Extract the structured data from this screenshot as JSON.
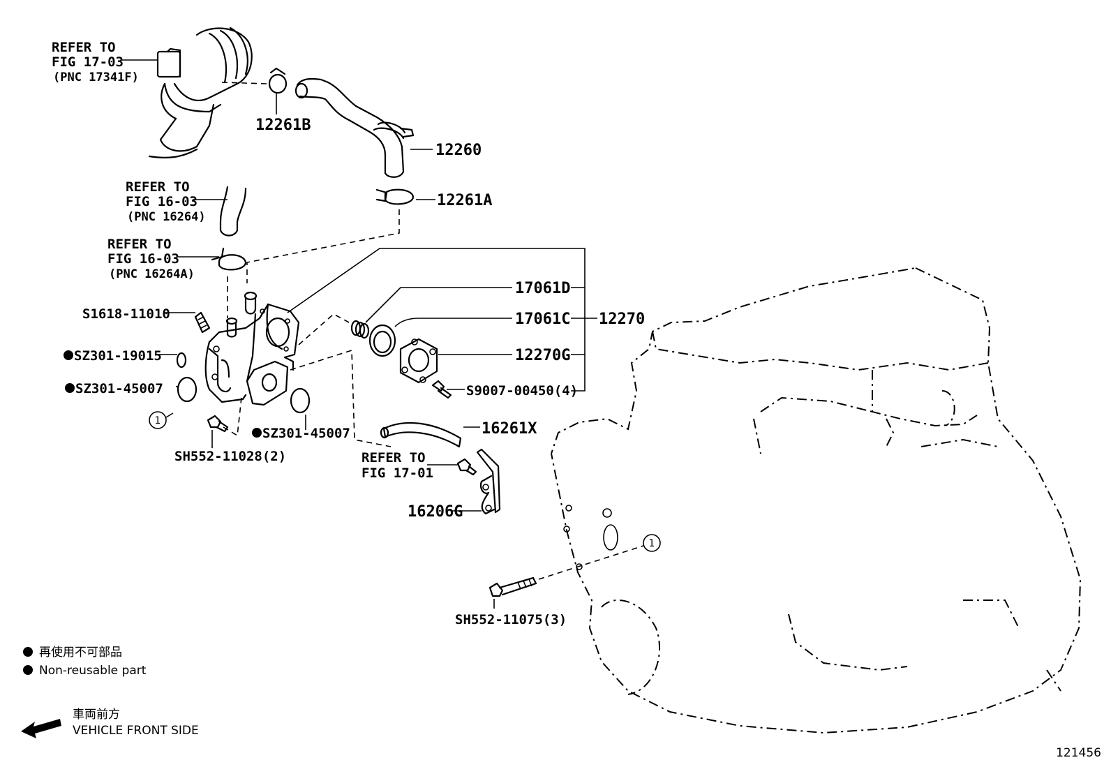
{
  "refs": {
    "fig17_03": {
      "line1": "REFER TO",
      "line2": "FIG 17-03",
      "line3": "(PNC 17341F)"
    },
    "fig16_03a": {
      "line1": "REFER TO",
      "line2": "FIG 16-03",
      "line3": "(PNC 16264)"
    },
    "fig16_03b": {
      "line1": "REFER TO",
      "line2": "FIG 16-03",
      "line3": "(PNC 16264A)"
    },
    "fig17_01": {
      "line1": "REFER TO",
      "line2": "FIG 17-01"
    }
  },
  "parts": {
    "p12261B": "12261B",
    "p12260": "12260",
    "p12261A": "12261A",
    "p17061D": "17061D",
    "p17061C": "17061C",
    "p12270": "12270",
    "p12270G": "12270G",
    "pS9007": "S9007-00450(4)",
    "pS1618": "S1618-11010",
    "pSZ301_19015": "SZ301-19015",
    "pSZ301_45007a": "SZ301-45007",
    "pSZ301_45007b": "SZ301-45007",
    "p16261X": "16261X",
    "p16206G": "16206G",
    "pSH552_11028": "SH552-11028(2)",
    "pSH552_11075": "SH552-11075(3)"
  },
  "callout_marker": "1",
  "legend": {
    "non_reusable_jp": "再使用不可部品",
    "non_reusable_en": "Non-reusable part",
    "front_jp": "車両前方",
    "front_en": "VEHICLE FRONT SIDE"
  },
  "figure_number": "121456"
}
